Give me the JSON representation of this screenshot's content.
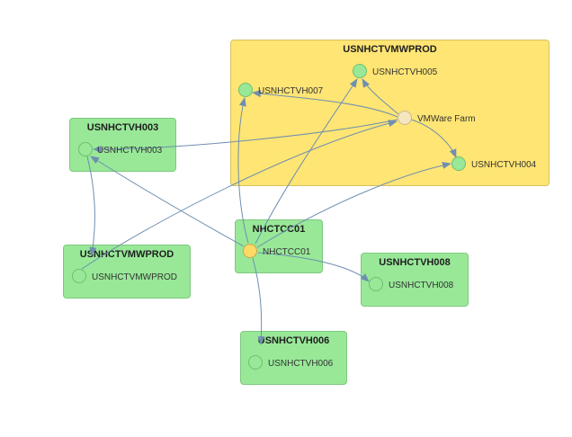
{
  "colors": {
    "group_green": "#98e898",
    "group_yellow": "#ffe574",
    "node_green": "#98e898",
    "node_orange": "#ffd966",
    "node_beige": "#f5e6c0",
    "edge": "#6e8fb0"
  },
  "groups": [
    {
      "id": "g-vmwprod",
      "title": "USNHCTVMWPROD",
      "color": "yellow"
    },
    {
      "id": "g-vh003",
      "title": "USNHCTVH003",
      "color": "green"
    },
    {
      "id": "g-vmwprod2",
      "title": "USNHCTVMWPROD",
      "color": "green"
    },
    {
      "id": "g-tcc01",
      "title": "NHCTCC01",
      "color": "green"
    },
    {
      "id": "g-vh008",
      "title": "USNHCTVH008",
      "color": "green"
    },
    {
      "id": "g-vh006",
      "title": "USNHCTVH006",
      "color": "green"
    }
  ],
  "nodes": [
    {
      "id": "vh005",
      "label": "USNHCTVH005",
      "fill": "green"
    },
    {
      "id": "vh007",
      "label": "USNHCTVH007",
      "fill": "green"
    },
    {
      "id": "farm",
      "label": "VMWare Farm",
      "fill": "beige"
    },
    {
      "id": "vh004",
      "label": "USNHCTVH004",
      "fill": "green"
    },
    {
      "id": "vh003",
      "label": "USNHCTVH003",
      "fill": "green"
    },
    {
      "id": "vmwprod",
      "label": "USNHCTVMWPROD",
      "fill": "green"
    },
    {
      "id": "tcc01",
      "label": "NHCTCC01",
      "fill": "orange"
    },
    {
      "id": "vh008",
      "label": "USNHCTVH008",
      "fill": "green"
    },
    {
      "id": "vh006",
      "label": "USNHCTVH006",
      "fill": "green"
    }
  ],
  "edges": [
    {
      "from": "farm",
      "to": "vh005"
    },
    {
      "from": "farm",
      "to": "vh007"
    },
    {
      "from": "farm",
      "to": "vh004"
    },
    {
      "from": "farm",
      "to": "vh003"
    },
    {
      "from": "vmwprod",
      "to": "farm"
    },
    {
      "from": "vh003",
      "to": "vmwprod"
    },
    {
      "from": "tcc01",
      "to": "vh003"
    },
    {
      "from": "tcc01",
      "to": "vh005"
    },
    {
      "from": "tcc01",
      "to": "vh004"
    },
    {
      "from": "tcc01",
      "to": "vh007"
    },
    {
      "from": "tcc01",
      "to": "vh008"
    },
    {
      "from": "tcc01",
      "to": "vh006"
    }
  ]
}
